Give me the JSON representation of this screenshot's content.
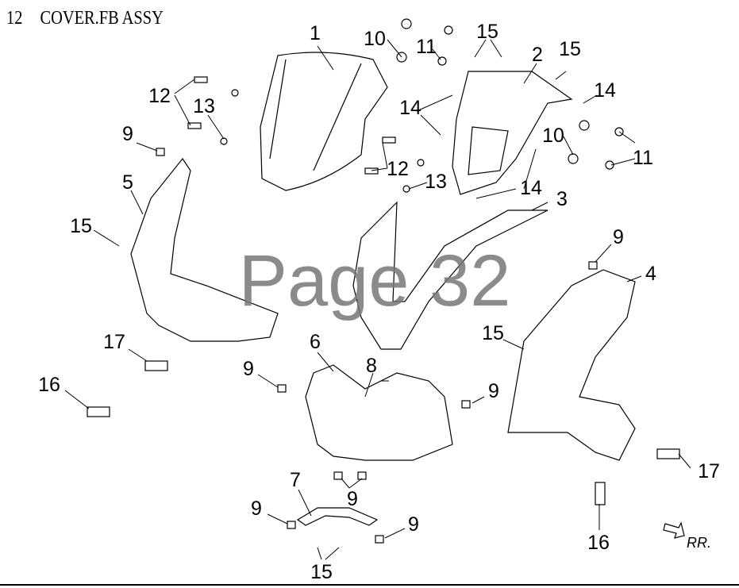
{
  "header": {
    "number": "12",
    "title": "COVER.FB ASSY"
  },
  "watermark": "Page 32",
  "direction_label": "RR.",
  "callouts": [
    "1",
    "10",
    "11",
    "15",
    "2",
    "15",
    "14",
    "14",
    "12",
    "13",
    "9",
    "5",
    "10",
    "11",
    "12",
    "13",
    "14",
    "3",
    "15",
    "9",
    "4",
    "15",
    "17",
    "6",
    "8",
    "9",
    "9",
    "16",
    "17",
    "7",
    "9",
    "9",
    "9",
    "16",
    "15"
  ]
}
